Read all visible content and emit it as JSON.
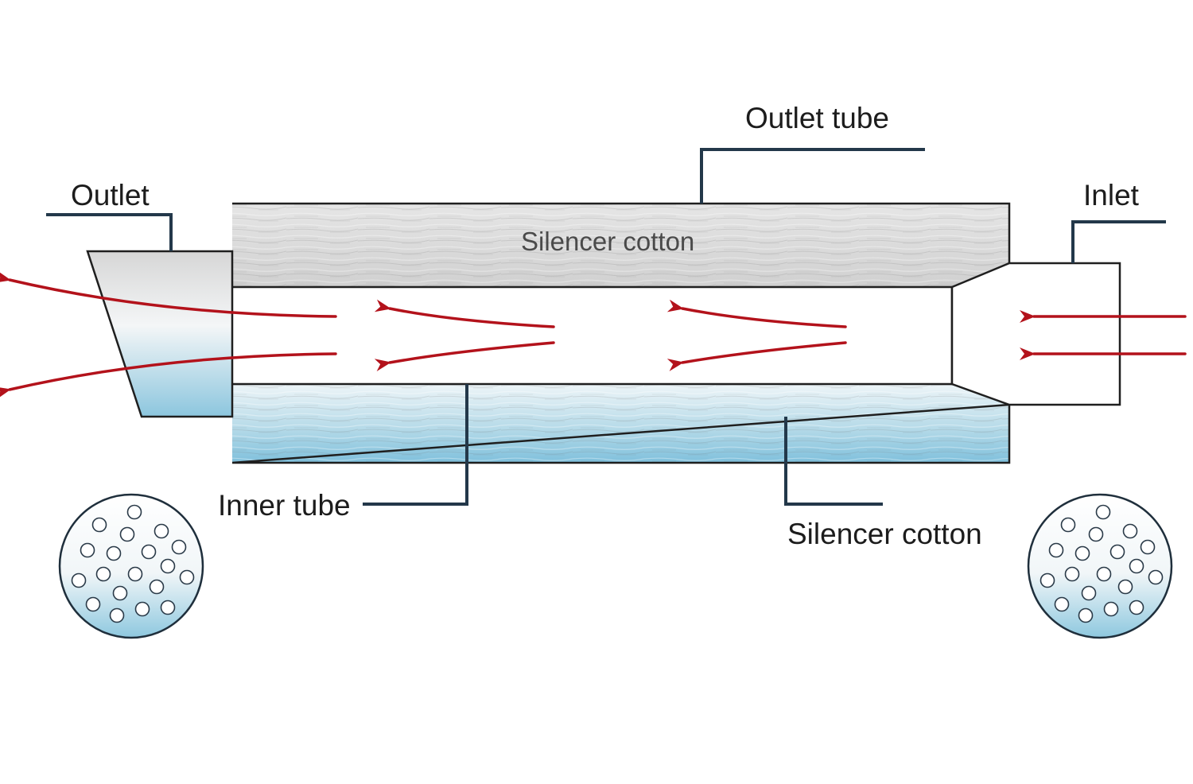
{
  "labels": {
    "outlet_tube": "Outlet tube",
    "outlet": "Outlet",
    "inlet": "Inlet",
    "silencer_cotton_top": "Silencer cotton",
    "inner_tube": "Inner tube",
    "silencer_cotton_bottom": "Silencer cotton"
  },
  "colors": {
    "flow_arrow": "#b3121b",
    "leader_line": "#23384a",
    "cotton_gray": "#dcdcdc",
    "cotton_blue": "#8cc6de",
    "outline": "#1f1f1f"
  },
  "icons": {
    "perforated_cross_section": "perforated-disc-icon",
    "flow_direction": "red-flow-arrow-icon"
  }
}
